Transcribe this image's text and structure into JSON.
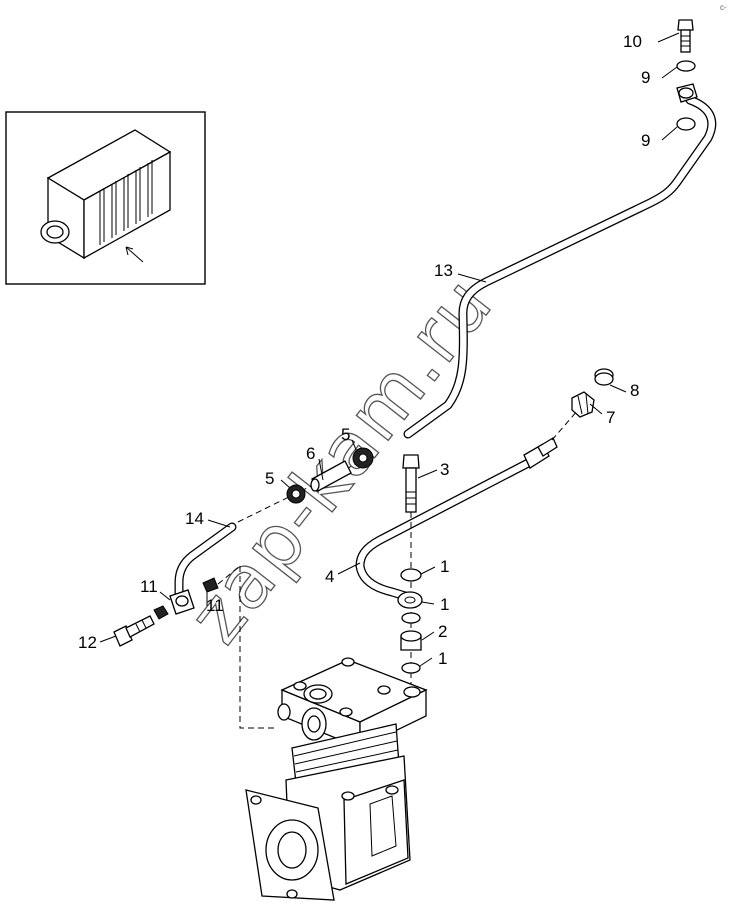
{
  "watermark": "zap-kam.ru",
  "corner_mark": "c-",
  "callouts": [
    {
      "id": "c10",
      "text": "10"
    },
    {
      "id": "c9a",
      "text": "9"
    },
    {
      "id": "c9b",
      "text": "9"
    },
    {
      "id": "c13",
      "text": "13"
    },
    {
      "id": "c8",
      "text": "8"
    },
    {
      "id": "c7",
      "text": "7"
    },
    {
      "id": "c5a",
      "text": "5"
    },
    {
      "id": "c6",
      "text": "6"
    },
    {
      "id": "c3",
      "text": "3"
    },
    {
      "id": "c5b",
      "text": "5"
    },
    {
      "id": "c14",
      "text": "14"
    },
    {
      "id": "c4",
      "text": "4"
    },
    {
      "id": "c1a",
      "text": "1"
    },
    {
      "id": "c1b",
      "text": "1"
    },
    {
      "id": "c2",
      "text": "2"
    },
    {
      "id": "c1c",
      "text": "1"
    },
    {
      "id": "c11a",
      "text": "11"
    },
    {
      "id": "c11b",
      "text": "11"
    },
    {
      "id": "c12",
      "text": "12"
    }
  ]
}
